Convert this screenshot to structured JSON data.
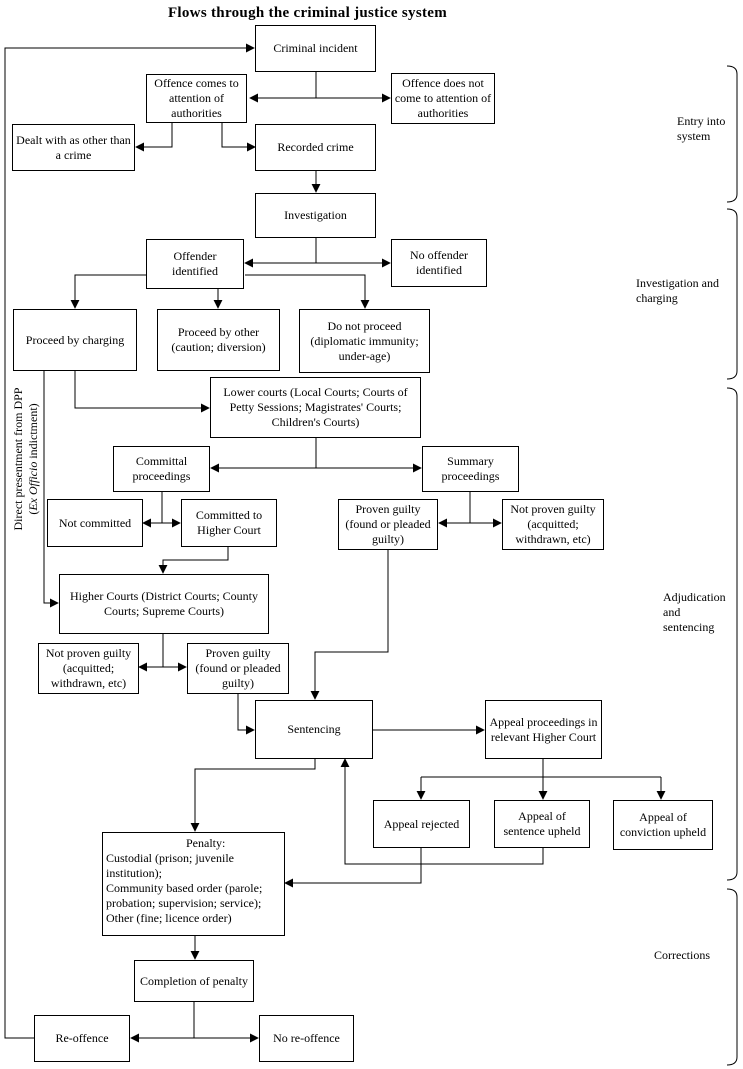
{
  "title": "Flows through the criminal justice system",
  "nodes": {
    "criminal_incident": "Criminal incident",
    "offence_comes": "Offence comes to attention of authorities",
    "offence_not": "Offence does not come to attention of authorities",
    "dealt_other": "Dealt with as other than a crime",
    "recorded_crime": "Recorded crime",
    "investigation": "Investigation",
    "offender_identified": "Offender identified",
    "no_offender": "No offender identified",
    "proceed_charging": "Proceed by charging",
    "proceed_other": "Proceed by other (caution; diversion)",
    "do_not_proceed": "Do not proceed (diplomatic immunity; under-age)",
    "lower_courts": "Lower courts (Local Courts; Courts of Petty Sessions; Magistrates' Courts; Children's Courts)",
    "committal": "Committal proceedings",
    "summary": "Summary proceedings",
    "not_committed": "Not committed",
    "committed_higher": "Committed to Higher Court",
    "proven_guilty_lower": "Proven guilty (found or pleaded guilty)",
    "not_proven_lower": "Not proven guilty (acquitted; withdrawn, etc)",
    "higher_courts": "Higher Courts (District Courts; County Courts; Supreme Courts)",
    "not_proven_higher": "Not proven guilty (acquitted; withdrawn, etc)",
    "proven_guilty_higher": "Proven guilty (found or pleaded guilty)",
    "sentencing": "Sentencing",
    "appeal_proceedings": "Appeal proceedings in relevant Higher Court",
    "appeal_rejected": "Appeal rejected",
    "appeal_sentence": "Appeal of sentence upheld",
    "appeal_conviction": "Appeal of conviction upheld",
    "penalty_title": "Penalty:",
    "penalty_custodial": "Custodial (prison; juvenile institution);",
    "penalty_community": "Community based order (parole; probation; supervision; service);",
    "penalty_other": "Other (fine; licence order)",
    "completion": "Completion of penalty",
    "reoffence": "Re-offence",
    "no_reoffence": "No re-offence"
  },
  "side_label": {
    "line1": "Direct presentment from DPP",
    "line2_italic": "Ex Officio",
    "line2_rest": " indictment)"
  },
  "stages": {
    "entry": "Entry into system",
    "investigation": "Investigation and charging",
    "adjudication": "Adjudication and sentencing",
    "corrections": "Corrections"
  }
}
